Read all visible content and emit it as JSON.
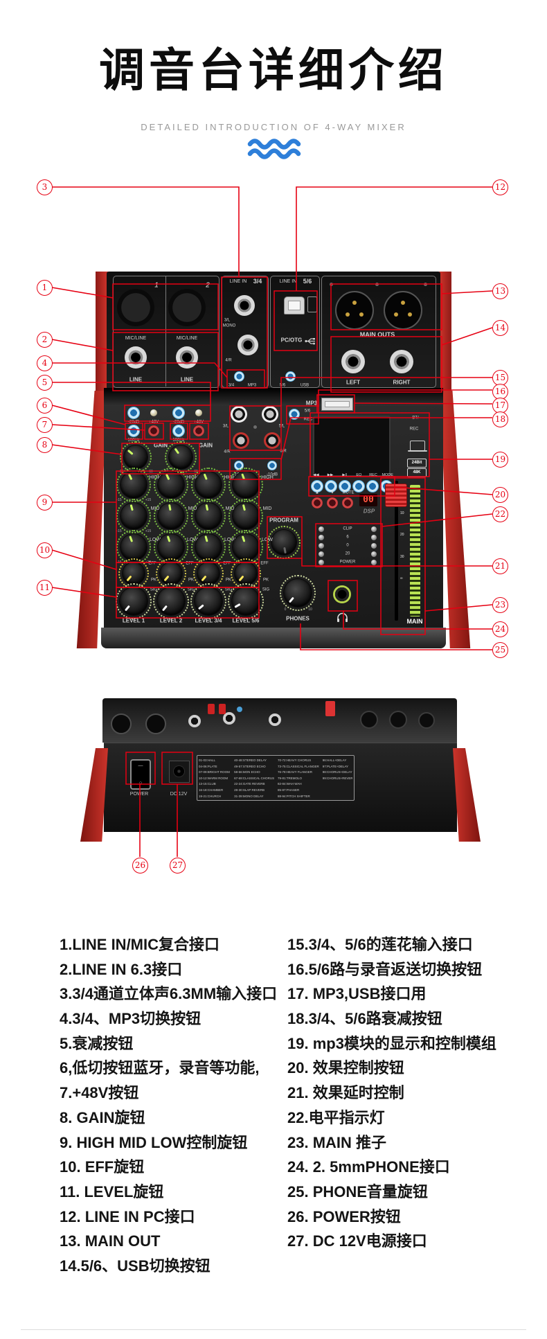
{
  "header": {
    "title": "调音台详细介绍",
    "subtitle": "DETAILED INTRODUCTION OF 4-WAY MIXER"
  },
  "colors": {
    "callout_red": "#e60012",
    "wave_blue": "#2e7fd9",
    "body_red": "#c1272d",
    "meter_green": "#b9e254"
  },
  "rear": {
    "num1": "1",
    "num2": "2",
    "mic_line": "MIC/LINE",
    "line": "LINE",
    "line_in": "LINE IN",
    "grp34": "3/4",
    "grp56": "5/6",
    "j3": "3/L",
    "mono": "MONO",
    "j4": "4/R",
    "pc_otg": "PC/OTG",
    "main_outs": "MAIN OUTS",
    "left": "LEFT",
    "right": "RIGHT",
    "sw34": "3/4",
    "sw_mp3": "MP3",
    "sw56": "5/6",
    "sw_usb": "USB"
  },
  "surface": {
    "pad": "-20dB",
    "p48": "+48V",
    "lowcut": "100Hz",
    "gain": "GAIN",
    "gmin": "-16",
    "gmax": "60",
    "eq": [
      "HIGH",
      "MID",
      "LOW"
    ],
    "eqmin": "-15",
    "eqmax": "+15",
    "eff": "EFF",
    "pk": "PK",
    "sig": "SIG",
    "kmin": "0",
    "kmax": "10",
    "levels": [
      "LEVEL 1",
      "LEVEL 2",
      "LEVEL 3/4",
      "LEVEL 5/6"
    ],
    "rca_tl": "3/L",
    "rca_tr": "5/L",
    "rca_bl": "4/R",
    "rca_br": "6/R",
    "att": "-10dB",
    "sw56": "5/6",
    "swrec": "REC",
    "mp3": "MP3",
    "bt": "BT/",
    "rec": "REC",
    "badge1": "24Bit",
    "badge2": "48K",
    "transport": [
      "◀◀",
      "▶▶",
      "▶‖",
      "EQ",
      "REC",
      "MODE"
    ],
    "up": "▲",
    "down": "▼",
    "mute": "MUTE",
    "digits": "00",
    "dsp": "DSP",
    "program": "PROGRAM",
    "meter": [
      "CLIP",
      "6",
      "0",
      "20",
      "POWER"
    ],
    "fader": [
      "5",
      "10",
      "20",
      "30",
      "∞"
    ],
    "main": "MAIN",
    "phones": "PHONES"
  },
  "back": {
    "power": "POWER",
    "dc": "DC 12V",
    "fx1": [
      "01-03:HALL",
      "04-06:PLATE",
      "07-09:BRIGHT ROOM",
      "10-12:WARM ROOM",
      "13-15:CLUB",
      "16-18:CHAMBER",
      "19-21:CHURCH"
    ],
    "fx2": [
      "40-48:STEREO DELAY",
      "49-57:STEREO ECHO",
      "58-66:MON ECHO",
      "67-69:CLASSICAL CHORUS",
      "22-24:GATE REVERB",
      "28-30:SLAP REVERB",
      "31-39:MONO DELAY"
    ],
    "fx3": [
      "70-72:HEAVY CHORUS",
      "73-75:CLASSICAL FLANGER",
      "76-78:HEAVY FLANGER",
      "79-81:TREMOLO",
      "82-84:WAH WAH",
      "85-87:PHASER",
      "88-94:PITCH SHIFTER"
    ],
    "fx4": [
      "96:HALL+DELAY",
      "97:PLATE+DELAY",
      "98:CHORUS+DELAY",
      "99:CHORUS+REVERB"
    ]
  },
  "callouts": {
    "n1": "1",
    "n2": "2",
    "n3": "3",
    "n4": "4",
    "n5": "5",
    "n6": "6",
    "n7": "7",
    "n8": "8",
    "n9": "9",
    "n10": "10",
    "n11": "11",
    "n12": "12",
    "n13": "13",
    "n14": "14",
    "n15": "15",
    "n16": "16",
    "n17": "17",
    "n18": "18",
    "n19": "19",
    "n20": "20",
    "n21": "21",
    "n22": "22",
    "n23": "23",
    "n24": "24",
    "n25": "25",
    "n26": "26",
    "n27": "27"
  },
  "legend": {
    "left": [
      "1.LINE IN/MIC复合接口",
      "2.LINE IN 6.3接口",
      "3.3/4通道立体声6.3MM输入接口",
      "4.3/4、MP3切换按钮",
      "5.衰减按钮",
      "6,低切按钮蓝牙，录音等功能,",
      "7.+48V按钮",
      "8. GAIN旋钮",
      "9. HIGH MID LOW控制旋钮",
      "10. EFF旋钮",
      "11. LEVEL旋钮",
      "12. LINE IN PC接口",
      "13. MAIN OUT",
      "14.5/6、USB切换按钮"
    ],
    "right": [
      "15.3/4、5/6的莲花输入接口",
      "16.5/6路与录音返送切换按钮",
      "17. MP3,USB接口用",
      "18.3/4、5/6路衰减按钮",
      "19. mp3模块的显示和控制模组",
      "20. 效果控制按钮",
      "21. 效果延时控制",
      "22.电平指示灯",
      "23. MAIN 推子",
      "24. 2. 5mmPHONE接口",
      "25. PHONE音量旋钮",
      "26. POWER按钮",
      "27. DC 12V电源接口"
    ]
  }
}
